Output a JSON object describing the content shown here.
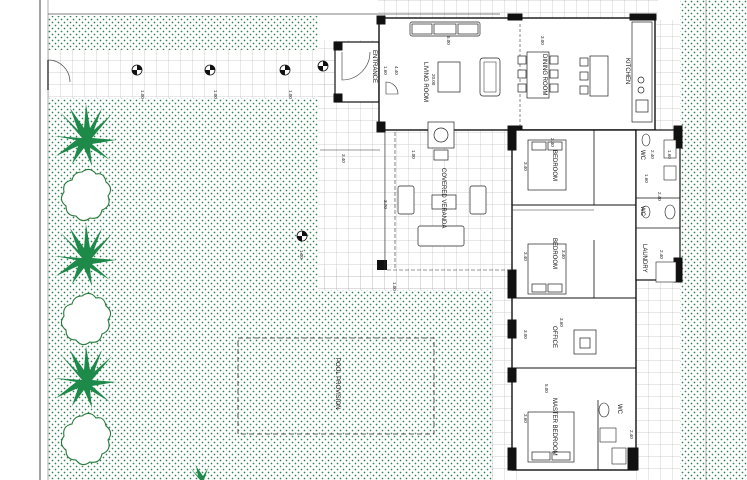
{
  "rooms": {
    "entrance": "ENTRANCE",
    "living": "LIVING ROOM",
    "dining": "DINING ROOM",
    "kitchen": "KITCHEN",
    "veranda": "COVERED VERANDA",
    "bedroom1": "BEDROOM",
    "bedroom2": "BEDROOM",
    "office": "OFFICE",
    "master": "MASTER BEDROOM",
    "wc1": "WC",
    "wc2": "WC",
    "wc3": "WC",
    "laundry": "LAUNDRY",
    "pool": "POOL PROVISION"
  },
  "dimensions": {
    "d_entrance": "1.60",
    "d_living_h": "4.40",
    "d_living_w": "5.00",
    "d_living_a": "20.00",
    "d_dining": "3.00",
    "d_veranda_w": "3.40",
    "d_veranda_h": "3.70",
    "d_bed1_w": "3.40",
    "d_bed1_h": "2.40",
    "d_bed2_w": "3.40",
    "d_bed2_h": "3.40",
    "d_office_w": "3.00",
    "d_office_h": "3.60",
    "d_master_w": "5.00",
    "d_master_h": "3.60",
    "d_wc_a": "2.40",
    "d_wc_b": "2.40",
    "d_wc_c": "1.60",
    "d_wc_d": "1.60",
    "d_laundry": "2.40",
    "d_wc_m": "2.40",
    "d_path1": "1.00",
    "d_path2": "1.00",
    "d_path3": "1.00",
    "d_path4": "1.00",
    "d_stair": "1.00",
    "d_corner": "1.00"
  },
  "colors": {
    "wall": "#111111",
    "line": "#333333",
    "grid": "#9a9a9a",
    "dots": "#2f7f4f",
    "palm": "#1e8a4a",
    "tree": "#2a7a3a"
  }
}
